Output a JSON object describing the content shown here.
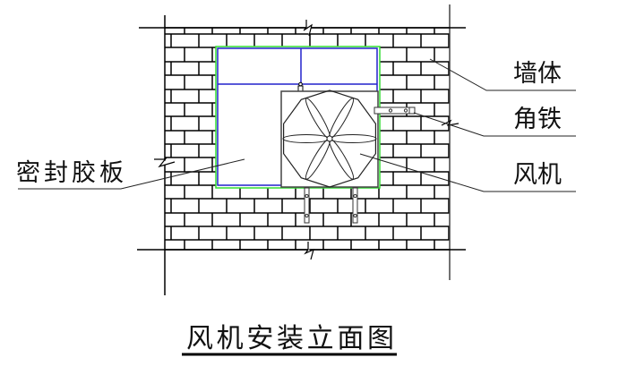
{
  "labels": {
    "wall": "墙体",
    "angle_iron": "角铁",
    "fan": "风机",
    "sealing_panel": "密封胶板"
  },
  "title": "风机安装立面图",
  "colors": {
    "line": "#000000",
    "frame_outer": "#33dd33",
    "frame_inner": "#2222cc",
    "secondary": "#555555"
  }
}
